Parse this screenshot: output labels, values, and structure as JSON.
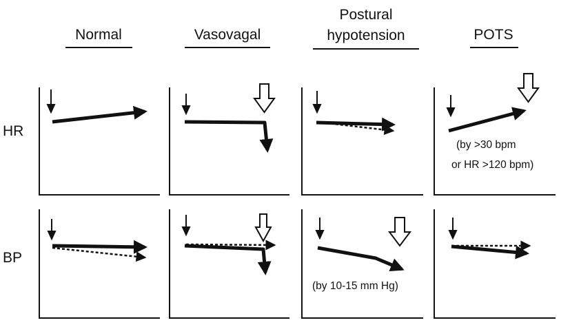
{
  "columns": [
    {
      "id": "normal",
      "title_lines": [
        "Normal"
      ]
    },
    {
      "id": "vasovagal",
      "title_lines": [
        "Vasovagal"
      ]
    },
    {
      "id": "postural",
      "title_lines": [
        "Postural",
        "hypotension"
      ]
    },
    {
      "id": "pots",
      "title_lines": [
        "POTS"
      ]
    }
  ],
  "rows": [
    {
      "id": "hr",
      "label": "HR"
    },
    {
      "id": "bp",
      "label": "BP"
    }
  ],
  "annotations": {
    "pots_hr": [
      "(by >30 bpm",
      "or HR >120 bpm)"
    ],
    "postural_bp": [
      "(by 10-15 mm Hg)"
    ]
  },
  "panels": {
    "normal_hr": {
      "trend": "rising",
      "dashed_trend": false,
      "symptom_arrow": false
    },
    "normal_bp": {
      "trend": "flat",
      "dashed_trend": "slightly falling",
      "symptom_arrow": false
    },
    "vasovagal_hr": {
      "trend": "flat then sudden drop",
      "dashed_trend": false,
      "symptom_arrow": "large"
    },
    "vasovagal_bp": {
      "trend": "flat then sudden drop",
      "dashed_trend": "flat",
      "symptom_arrow": "small"
    },
    "postural_hr": {
      "trend": "flat",
      "dashed_trend": "slightly falling",
      "symptom_arrow": false
    },
    "postural_bp": {
      "trend": "falling",
      "dashed_trend": false,
      "symptom_arrow": "large"
    },
    "pots_hr": {
      "trend": "steeply rising",
      "dashed_trend": false,
      "symptom_arrow": "large"
    },
    "pots_bp": {
      "trend": "slightly falling",
      "dashed_trend": "flat",
      "symptom_arrow": false
    }
  },
  "colors": {
    "ink": "#111111",
    "background": "#ffffff"
  }
}
